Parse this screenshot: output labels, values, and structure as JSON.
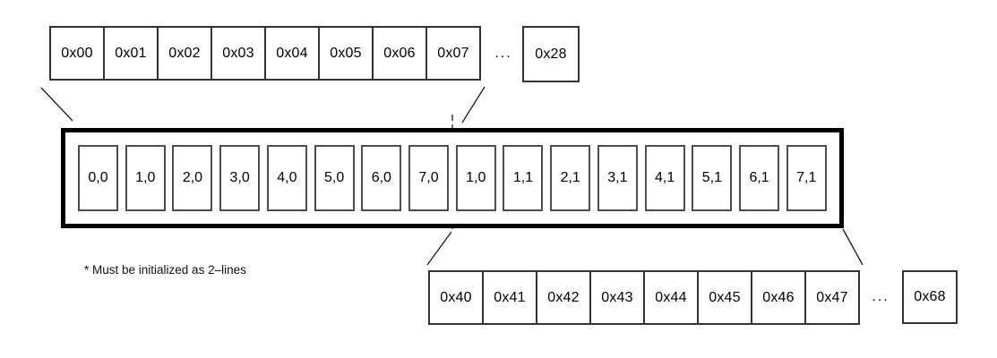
{
  "diagram": {
    "top_address_row": {
      "cells": [
        "0x00",
        "0x01",
        "0x02",
        "0x03",
        "0x04",
        "0x05",
        "0x06",
        "0x07"
      ],
      "ellipsis": "...",
      "last_cell": "0x28"
    },
    "line_buffer": {
      "cells": [
        "0,0",
        "1,0",
        "2,0",
        "3,0",
        "4,0",
        "5,0",
        "6,0",
        "7,0",
        "1,0",
        "1,1",
        "2,1",
        "3,1",
        "4,1",
        "5,1",
        "6,1",
        "7,1"
      ]
    },
    "bottom_address_row": {
      "cells": [
        "0x40",
        "0x41",
        "0x42",
        "0x43",
        "0x44",
        "0x45",
        "0x46",
        "0x47"
      ],
      "ellipsis": "...",
      "last_cell": "0x68"
    },
    "note": "* Must be initialized as 2–lines"
  },
  "colors": {
    "background": "#ffffff",
    "thick_border": "#000000",
    "address_border": "#333333",
    "cell_border": "#4d4d4d",
    "connector": "#1c1c1c",
    "text": "#000000"
  }
}
